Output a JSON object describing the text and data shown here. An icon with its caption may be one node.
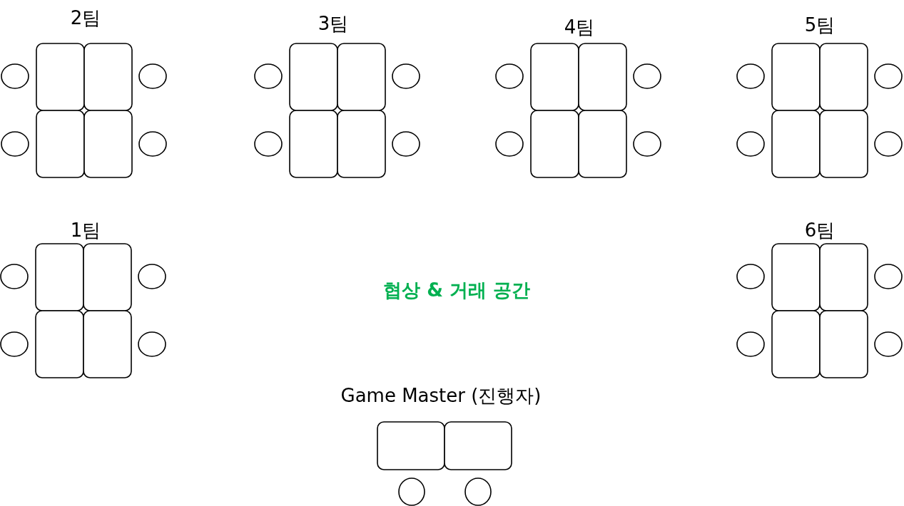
{
  "diagram": {
    "labels": [
      "2팀",
      "3팀",
      "4팀",
      "5팀",
      "1팀",
      "협상 & 거래 공간",
      "6팀",
      "Game Master (진행자)"
    ]
  }
}
